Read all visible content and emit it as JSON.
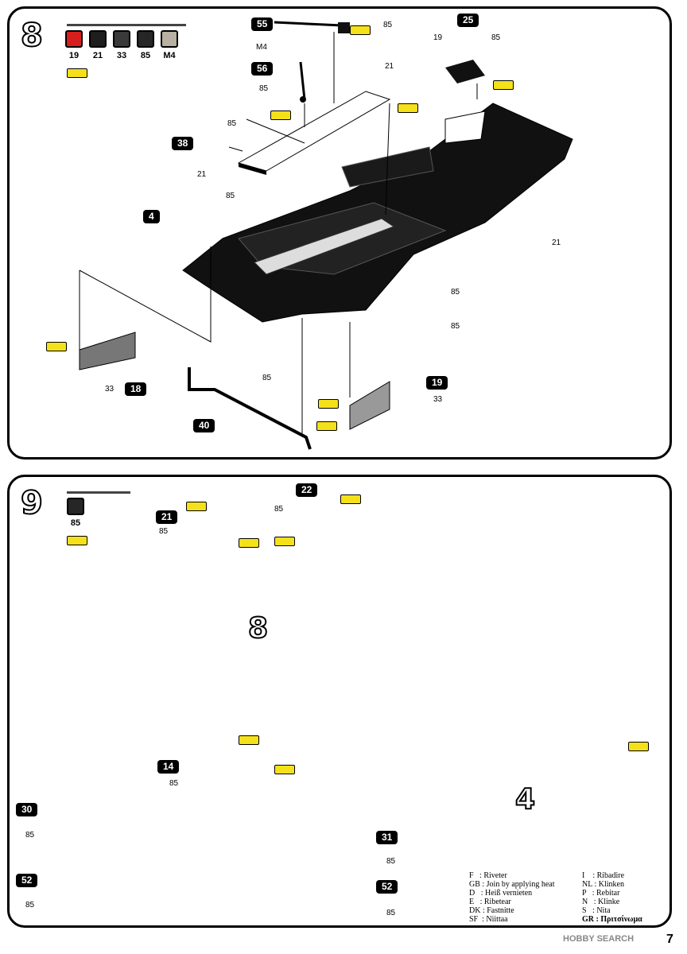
{
  "step8": {
    "number": "8",
    "paints": [
      {
        "code": "19",
        "color": "#d91e1e"
      },
      {
        "code": "21",
        "color": "#1e1e1e"
      },
      {
        "code": "33",
        "color": "#3a3a3a"
      },
      {
        "code": "85",
        "color": "#262626"
      },
      {
        "code": "M4",
        "color": "#b8b0a0"
      }
    ],
    "tags": [
      "55",
      "56",
      "38",
      "4",
      "25",
      "18",
      "40",
      "19"
    ],
    "labels": {
      "m4": "M4",
      "n85_top": "85",
      "n85_56": "85",
      "n85_38": "85",
      "n21_38": "21",
      "n21_top": "21",
      "n19_25": "19",
      "n85_25": "85",
      "n85_chassis": "85",
      "n21_right": "21",
      "n85_r1": "85",
      "n85_r2": "85",
      "n33_18": "33",
      "n85_40": "85",
      "n33_19": "33"
    }
  },
  "step9": {
    "number": "9",
    "paint": {
      "code": "85",
      "color": "#262626"
    },
    "tags": [
      "21",
      "22",
      "14",
      "30",
      "52",
      "31",
      "52b"
    ],
    "tag_text": {
      "t21": "21",
      "t22": "22",
      "t14": "14",
      "t30": "30",
      "t52": "52",
      "t31": "31",
      "t52b": "52"
    },
    "labels": {
      "n85_21": "85",
      "n85_22": "85",
      "n85_14": "85",
      "n85_30": "85",
      "n85_52": "85",
      "n85_31": "85",
      "n85_52b": "85",
      "sub8": "8",
      "sub4": "4"
    }
  },
  "legend_left": [
    "F   : Riveter",
    "GB : Join by applying heat",
    "D   : Heiß vernieten",
    "E   : Ribetear",
    "DK : Fastnitte",
    "SF  : Niittaa"
  ],
  "legend_right": [
    "I    : Ribadire",
    "NL : Klinken",
    "P   : Rebitar",
    "N   : Klinke",
    "S   : Nita",
    "GR : Πριτσίνωμα"
  ],
  "footer": {
    "watermark": "HOBBY SEARCH",
    "page": "7"
  }
}
